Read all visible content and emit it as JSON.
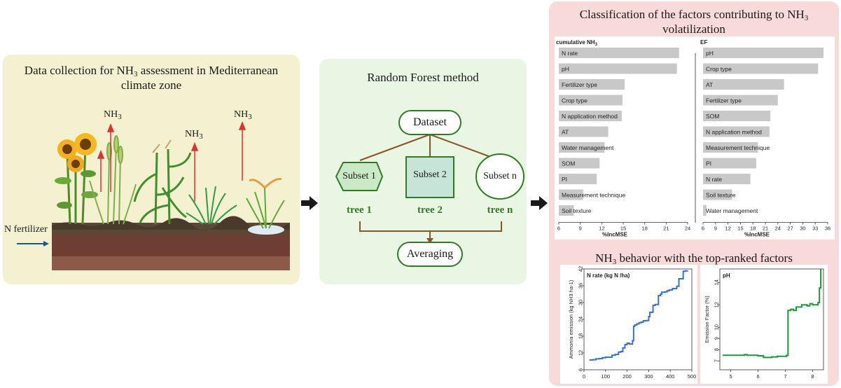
{
  "panel1": {
    "title_line1": "Data collection for NH",
    "title_line1_sub": "3",
    "title_line1_tail": " assessment in Mediterranean",
    "title_line2": "climate zone",
    "nh3_label": "NH",
    "nh3_sub": "3",
    "fertilizer_label": "N fertilizer"
  },
  "panel2": {
    "title": "Random Forest method",
    "dataset": "Dataset",
    "subset1": "Subset 1",
    "subset2": "Subset 2",
    "subsetn": "Subset n",
    "tree1": "tree 1",
    "tree2": "tree 2",
    "treen": "tree n",
    "averaging": "Averaging"
  },
  "panel3": {
    "title_line1": "Classification of the factors contributing to NH",
    "title_line1_sub": "3",
    "title_line2": "volatilization",
    "title2": "NH",
    "title2_sub": "3",
    "title2_tail": " behavior with the top-ranked factors"
  },
  "colors": {
    "panel1_bg": "#f4f1d0",
    "panel2_bg": "#eaf6e4",
    "panel3_bg": "#f8dada",
    "green_dark": "#2f7d22",
    "brown": "#8a5524",
    "blue_line": "#3a6fd0",
    "green_line": "#17993a",
    "bar_gray": "#c8c8c8",
    "nh3_red": "#e03030"
  },
  "chart_data": [
    {
      "type": "bar",
      "orientation": "horizontal",
      "title": "cumulative NH",
      "title_sub": "3",
      "xlabel": "%IncMSE",
      "xlim": [
        6,
        24
      ],
      "xticks": [
        6,
        9,
        12,
        15,
        18,
        21,
        24
      ],
      "categories": [
        "N rate",
        "pH",
        "Fertilizer type",
        "Crop type",
        "N application method",
        "AT",
        "Water management",
        "SOM",
        "PI",
        "Measurement technique",
        "Soil texture"
      ],
      "values": [
        22.8,
        22.5,
        15.2,
        14.9,
        14.8,
        12.9,
        12.4,
        11.7,
        11.3,
        9.4,
        8.1
      ]
    },
    {
      "type": "bar",
      "orientation": "horizontal",
      "title": "EF",
      "xlabel": "%IncMSE",
      "xlim": [
        6,
        36
      ],
      "xticks": [
        6,
        9,
        12,
        15,
        18,
        21,
        24,
        27,
        30,
        33,
        36
      ],
      "categories": [
        "pH",
        "Crop type",
        "AT",
        "Fertilizer type",
        "SOM",
        "N application method",
        "Measurement technique",
        "PI",
        "N rate",
        "Soil texture",
        "Water management"
      ],
      "values": [
        35.0,
        33.7,
        25.5,
        24.0,
        22.2,
        22.0,
        19.2,
        18.8,
        17.4,
        13.0,
        6.8
      ]
    },
    {
      "type": "line",
      "title": "N rate (kg N /ha)",
      "ylabel": "Ammonia emission (kg NH3 ha-1)",
      "xlim": [
        0,
        500
      ],
      "ylim": [
        6,
        42
      ],
      "xticks": [
        0,
        100,
        200,
        300,
        400,
        500
      ],
      "yticks": [
        6,
        12,
        18,
        24,
        30,
        36,
        42
      ],
      "x": [
        25,
        40,
        55,
        70,
        85,
        100,
        115,
        130,
        145,
        160,
        170,
        180,
        190,
        200,
        210,
        225,
        230,
        235,
        245,
        255,
        265,
        275,
        290,
        300,
        305,
        315,
        320,
        330,
        345,
        355,
        360,
        375,
        385,
        395,
        410,
        430,
        440,
        460,
        470,
        480
      ],
      "values": [
        9.5,
        9.6,
        9.9,
        10.0,
        10.3,
        10.5,
        10.5,
        11.2,
        11.5,
        12.3,
        12.5,
        13.8,
        15.0,
        15.5,
        15.2,
        16.4,
        21.5,
        22.0,
        22.4,
        22.8,
        23.0,
        23.5,
        23.6,
        25.0,
        26.5,
        26.6,
        29.0,
        29.3,
        32.5,
        33.0,
        33.7,
        33.8,
        34.2,
        34.5,
        35.0,
        35.8,
        38.5,
        41.2,
        41.3,
        41.4
      ]
    },
    {
      "type": "line",
      "title": "pH",
      "ylabel": "Emission Factor (%)",
      "xlim": [
        4.6,
        8.4
      ],
      "ylim": [
        6.2,
        15.2
      ],
      "xticks": [
        5,
        6,
        7,
        8
      ],
      "yticks": [
        7,
        8,
        9,
        10,
        12,
        14
      ],
      "x": [
        4.7,
        5.0,
        5.3,
        5.5,
        5.6,
        5.8,
        6.0,
        6.2,
        6.3,
        6.5,
        6.7,
        6.9,
        7.05,
        7.1,
        7.2,
        7.3,
        7.4,
        7.5,
        7.6,
        7.7,
        7.8,
        7.9,
        8.0,
        8.1,
        8.2,
        8.25,
        8.3
      ],
      "values": [
        7.5,
        7.5,
        7.5,
        7.55,
        7.5,
        7.5,
        7.45,
        7.3,
        7.3,
        7.35,
        7.4,
        7.4,
        7.5,
        11.5,
        11.6,
        11.5,
        11.8,
        11.8,
        12.0,
        12.0,
        11.9,
        12.1,
        12.0,
        12.0,
        12.2,
        13.5,
        15.2
      ]
    }
  ]
}
